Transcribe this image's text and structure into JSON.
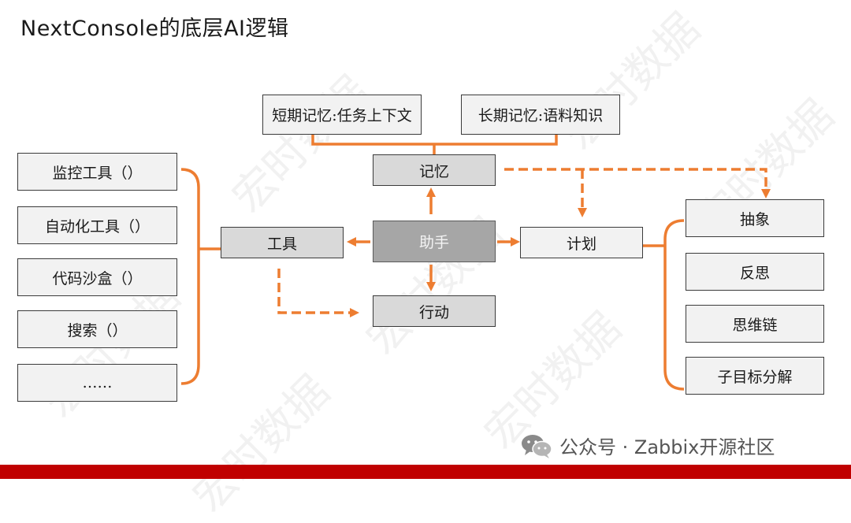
{
  "title": "NextConsole的底层AI逻辑",
  "memory": {
    "short_term": "短期记忆:任务上下文",
    "long_term": "长期记忆:语料知识",
    "label": "记忆"
  },
  "core": {
    "assistant": "助手",
    "tools": "工具",
    "plan": "计划",
    "action": "行动"
  },
  "tool_items": [
    "监控工具（）",
    "自动化工具（）",
    "代码沙盒（）",
    "搜索（）",
    "……"
  ],
  "plan_items": [
    "抽象",
    "反思",
    "思维链",
    "子目标分解"
  ],
  "watermark": "宏时数据",
  "footer": {
    "icon": "wechat-icon",
    "text": "公众号 · Zabbix开源社区"
  },
  "colors": {
    "accent": "#ed7d31",
    "brand_bar": "#c00000"
  }
}
